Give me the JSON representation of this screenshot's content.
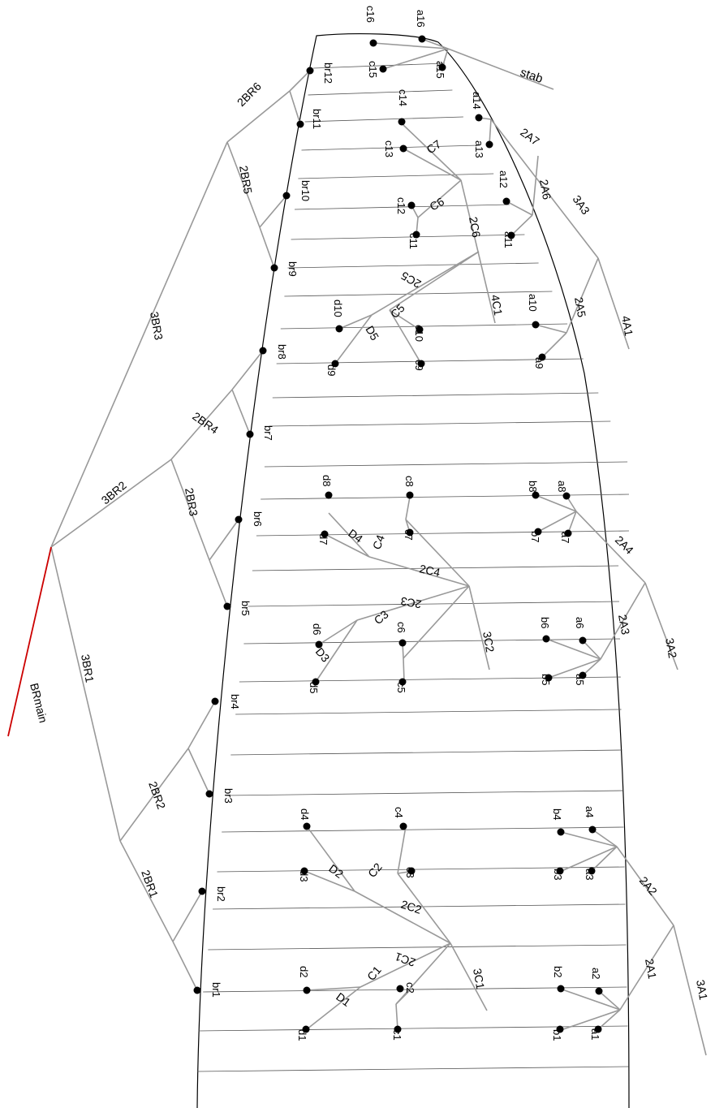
{
  "colors": {
    "outline": "#000000",
    "rib": "#555555",
    "bridle": "#999999",
    "main_line": "#cc0000",
    "point": "#000000"
  },
  "icons": {
    "attachment_point": "black-dot"
  },
  "labels": {
    "stab": "stab",
    "brmain": "BRmain",
    "br1": "br1",
    "br2": "br2",
    "br3": "br3",
    "br4": "br4",
    "br5": "br5",
    "br6": "br6",
    "br7": "br7",
    "br8": "br8",
    "br9": "br9",
    "br10": "br10",
    "br11": "br11",
    "br12": "br12",
    "d1": "d1",
    "d2": "d2",
    "d3": "d3",
    "d4": "d4",
    "d5": "d5",
    "d6": "d6",
    "d7": "d7",
    "d8": "d8",
    "d9": "d9",
    "d10": "d10",
    "c1": "c1",
    "c2": "c2",
    "c3": "c3",
    "c4": "c4",
    "c5": "c5",
    "c6": "c6",
    "c7": "c7",
    "c8": "c8",
    "c9": "c9",
    "c10": "c10",
    "c11": "c11",
    "c12": "c12",
    "c13": "c13",
    "c14": "c14",
    "c15": "c15",
    "c16": "c16",
    "b1": "b1",
    "b2": "b2",
    "b3": "b3",
    "b4": "b4",
    "b5": "b5",
    "b6": "b6",
    "b7": "b7",
    "b8": "b8",
    "a1": "a1",
    "a2": "a2",
    "a3": "a3",
    "a4": "a4",
    "a5": "a5",
    "a6": "a6",
    "a7": "a7",
    "a8": "a8",
    "a9": "a9",
    "a10": "a10",
    "a11": "a11",
    "a12": "a12",
    "a13": "a13",
    "a14": "a14",
    "a15": "a15",
    "a16": "a16",
    "C1_": "C1",
    "C2_": "C2",
    "C3_": "C3",
    "C4_": "C4",
    "C5_": "C5",
    "C6_": "C6",
    "C7_": "C7",
    "D1_": "D1",
    "D2_": "D2",
    "D3_": "D3",
    "D4_": "D4",
    "D5_": "D5",
    "2C1": "2C1",
    "2C2": "2C2",
    "2C3": "2C3",
    "2C4": "2C4",
    "2C5": "2C5",
    "2C6": "2C6",
    "3C1": "3C1",
    "3C2": "3C2",
    "4C1": "4C1",
    "2A1": "2A1",
    "2A2": "2A2",
    "2A3": "2A3",
    "2A4": "2A4",
    "2A5": "2A5",
    "2A6": "2A6",
    "2A7": "2A7",
    "3A1": "3A1",
    "3A2": "3A2",
    "3A3": "3A3",
    "4A1": "4A1",
    "2BR1": "2BR1",
    "2BR2": "2BR2",
    "2BR3": "2BR3",
    "2BR4": "2BR4",
    "2BR5": "2BR5",
    "2BR6": "2BR6",
    "3BR1": "3BR1",
    "3BR2": "3BR2",
    "3BR3": "3BR3"
  }
}
